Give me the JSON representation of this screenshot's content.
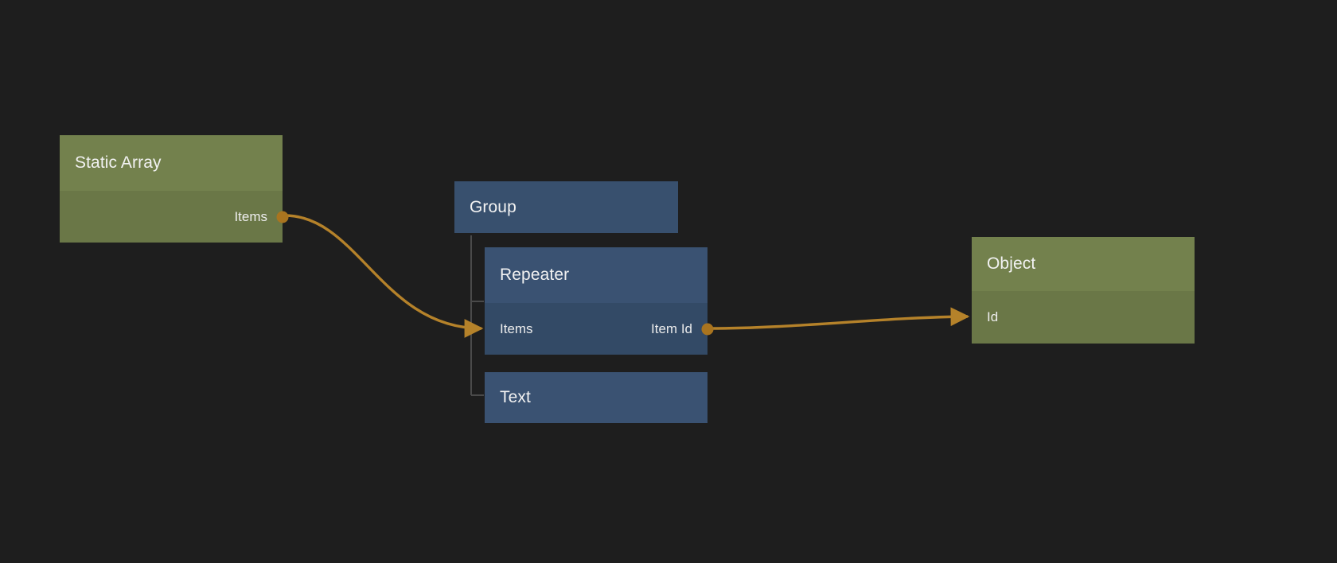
{
  "canvas": {
    "background": "#1e1e1e",
    "accent_connection": "#b5822a",
    "port_color": "#a9741f",
    "tree_line_color": "#4a4a4a"
  },
  "nodes": [
    {
      "id": "static-array",
      "title": "Static Array",
      "category": "green",
      "header_color": "#73814d",
      "body_color": "#6a7747",
      "ports": [
        {
          "name": "Items",
          "side": "output",
          "dot": true
        }
      ]
    },
    {
      "id": "group",
      "title": "Group",
      "category": "blue",
      "header_color": "#38506e",
      "ports": []
    },
    {
      "id": "repeater",
      "title": "Repeater",
      "category": "blue",
      "header_color": "#3a5272",
      "body_color": "#334a66",
      "ports": [
        {
          "name": "Items",
          "side": "input",
          "dot": false
        },
        {
          "name": "Item Id",
          "side": "output",
          "dot": true
        }
      ]
    },
    {
      "id": "text",
      "title": "Text",
      "category": "blue",
      "header_color": "#3a5272",
      "ports": []
    },
    {
      "id": "object",
      "title": "Object",
      "category": "green",
      "header_color": "#73814d",
      "body_color": "#6a7747",
      "ports": [
        {
          "name": "Id",
          "side": "input",
          "dot": false
        }
      ]
    }
  ],
  "connections": [
    {
      "from": "static-array.Items",
      "to": "repeater.Items",
      "color": "#b5822a"
    },
    {
      "from": "repeater.Item Id",
      "to": "object.Id",
      "color": "#b5822a"
    }
  ],
  "tree": {
    "parent": "group",
    "children": [
      "repeater",
      "text"
    ]
  }
}
